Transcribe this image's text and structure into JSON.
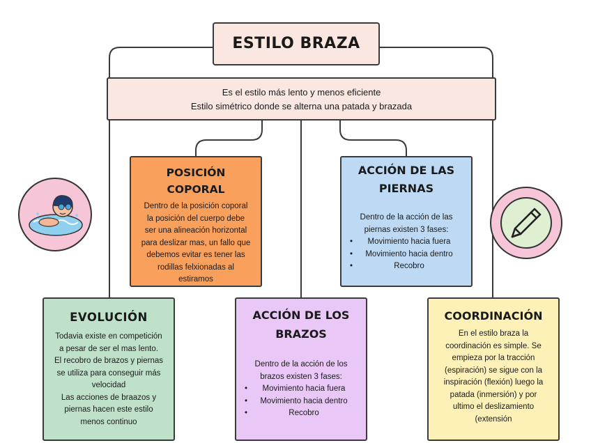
{
  "title": "ESTILO BRAZA",
  "intro": {
    "line1": "Es el estilo más lento y menos eficiente",
    "line2": "Estilo simétrico donde se alterna una patada y brazada"
  },
  "posicion": {
    "title": "POSICIÓN COPORAL",
    "text": "Dentro de la posición coporal la posición del cuerpo debe ser una alineación horizontal para deslizar mas, un fallo que debemos evitar es tener las rodillas felxionadas al estiramos"
  },
  "piernas": {
    "title_line1": "ACCIÓN DE LAS",
    "title_line2": "PIERNAS",
    "intro": "Dentro de la acción de las piernas existen 3 fases:",
    "items": [
      "Movimiento hacia fuera",
      "Movimiento hacia dentro",
      "Recobro"
    ]
  },
  "evolucion": {
    "title": "EVOLUCIÓN",
    "text1": "Todavia existe en competición a pesar de ser el mas lento.",
    "text2": "El recobro de brazos y piernas se utiliza para conseguir más velocidad",
    "text3": "Las acciones de braazos y piernas hacen este estilo menos continuo"
  },
  "brazos": {
    "title_line1": "ACCIÓN DE LOS",
    "title_line2": "BRAZOS",
    "intro": "Dentro de la acción de los brazos existen 3 fases:",
    "items": [
      "Movimiento hacia fuera",
      "Movimiento hacia dentro",
      "Recobro"
    ]
  },
  "coordinacion": {
    "title": "COORDINACIÓN",
    "text": "En el estilo braza la coordinación es simple. Se empieza por la tracción (espiración) se sigue con la inspiración (flexión) luego la patada (inmersión) y por ultimo el deslizamiento (extensión"
  },
  "colors": {
    "title_bg": "#fbe7e1",
    "intro_bg": "#fbe7e1",
    "posicion_bg": "#f9a15c",
    "piernas_bg": "#bdd9f4",
    "evolucion_bg": "#bfe1c9",
    "brazos_bg": "#e9c8f7",
    "coordinacion_bg": "#fdf1b8",
    "circle_bg": "#f6c6d8"
  },
  "icons": {
    "left": "swimmer-icon",
    "right": "pencil-icon"
  }
}
